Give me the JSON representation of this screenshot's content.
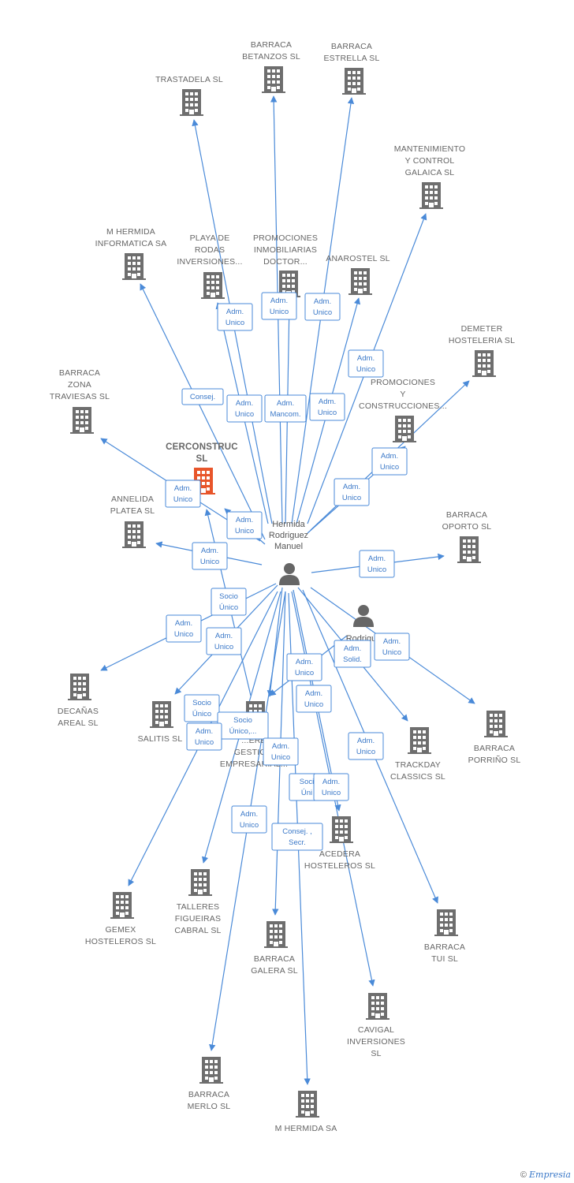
{
  "colors": {
    "edge": "#4a8ad8",
    "company": "#6e6e6e",
    "focus": "#e8552a",
    "person": "#666666"
  },
  "footer": {
    "copyright": "©",
    "brand": "Empresia"
  },
  "persons": [
    {
      "id": "p1",
      "lines": [
        "Hermida",
        "Rodriguez",
        "Manuel"
      ]
    },
    {
      "id": "p2",
      "lines": [
        "Rodrigu",
        "va"
      ]
    }
  ],
  "companies": [
    {
      "id": "trastadela",
      "lines": [
        "TRASTADELA SL"
      ]
    },
    {
      "id": "betanzos",
      "lines": [
        "BARRACA",
        "BETANZOS SL"
      ]
    },
    {
      "id": "estrella",
      "lines": [
        "BARRACA",
        "ESTRELLA SL"
      ]
    },
    {
      "id": "mantenimiento",
      "lines": [
        "MANTENIMIENTO",
        "Y CONTROL",
        "GALAICA SL"
      ]
    },
    {
      "id": "mhermida_inf",
      "lines": [
        "M HERMIDA",
        "INFORMATICA SA"
      ]
    },
    {
      "id": "playa",
      "lines": [
        "PLAYA DE",
        "RODAS",
        "INVERSIONES..."
      ]
    },
    {
      "id": "promociones_inm",
      "lines": [
        "PROMOCIONES",
        "INMOBILIARIAS",
        "DOCTOR..."
      ]
    },
    {
      "id": "anarostel",
      "lines": [
        "ANAROSTEL SL"
      ]
    },
    {
      "id": "demeter",
      "lines": [
        "DEMETER",
        "HOSTELERIA SL"
      ]
    },
    {
      "id": "zona",
      "lines": [
        "BARRACA",
        "ZONA",
        "TRAVIESAS SL"
      ]
    },
    {
      "id": "promociones_con",
      "lines": [
        "PROMOCIONES",
        "Y",
        "CONSTRUCCIONES..."
      ]
    },
    {
      "id": "cerconstruc",
      "lines": [
        "CERCONSTRUC",
        "SL"
      ]
    },
    {
      "id": "annelida",
      "lines": [
        "ANNELIDA",
        "PLATEA SL"
      ]
    },
    {
      "id": "oporto",
      "lines": [
        "BARRACA",
        "OPORTO SL"
      ]
    },
    {
      "id": "decanas",
      "lines": [
        "DECAÑAS",
        "AREAL SL"
      ]
    },
    {
      "id": "salitis",
      "lines": [
        "SALITIS SL"
      ]
    },
    {
      "id": "gestion",
      "lines": [
        "...ERE",
        "GESTIO...",
        "EMPRESARIAL..."
      ]
    },
    {
      "id": "trackday",
      "lines": [
        "TRACKDAY",
        "CLASSICS SL"
      ]
    },
    {
      "id": "porrino",
      "lines": [
        "BARRACA",
        "PORRIÑO SL"
      ]
    },
    {
      "id": "acedera",
      "lines": [
        "ACEDERA",
        "HOSTELEROS SL"
      ]
    },
    {
      "id": "gemex",
      "lines": [
        "GEMEX",
        "HOSTELEROS SL"
      ]
    },
    {
      "id": "talleres",
      "lines": [
        "TALLERES",
        "FIGUEIRAS",
        "CABRAL SL"
      ]
    },
    {
      "id": "galera",
      "lines": [
        "BARRACA",
        "GALERA SL"
      ]
    },
    {
      "id": "tui",
      "lines": [
        "BARRACA",
        "TUI SL"
      ]
    },
    {
      "id": "cavigal",
      "lines": [
        "CAVIGAL",
        "INVERSIONES",
        "SL"
      ]
    },
    {
      "id": "merlo",
      "lines": [
        "BARRACA",
        "MERLO SL"
      ]
    },
    {
      "id": "mhermida_sa",
      "lines": [
        "M HERMIDA SA"
      ]
    }
  ],
  "edges": [
    {
      "from": "p1",
      "to": "trastadela"
    },
    {
      "from": "p1",
      "to": "betanzos"
    },
    {
      "from": "p1",
      "to": "estrella"
    },
    {
      "from": "p1",
      "to": "mantenimiento"
    },
    {
      "from": "p1",
      "to": "mhermida_inf"
    },
    {
      "from": "p1",
      "to": "playa"
    },
    {
      "from": "p1",
      "to": "promociones_inm"
    },
    {
      "from": "p1",
      "to": "anarostel"
    },
    {
      "from": "p1",
      "to": "demeter"
    },
    {
      "from": "p1",
      "to": "zona"
    },
    {
      "from": "p1",
      "to": "promociones_con"
    },
    {
      "from": "p1",
      "to": "cerconstruc"
    },
    {
      "from": "p1",
      "to": "annelida"
    },
    {
      "from": "p1",
      "to": "oporto"
    },
    {
      "from": "p1",
      "to": "decanas"
    },
    {
      "from": "p1",
      "to": "salitis"
    },
    {
      "from": "p1",
      "to": "gestion"
    },
    {
      "from": "p1",
      "to": "trackday"
    },
    {
      "from": "p1",
      "to": "porrino"
    },
    {
      "from": "p1",
      "to": "acedera"
    },
    {
      "from": "p1",
      "to": "gemex"
    },
    {
      "from": "p1",
      "to": "talleres"
    },
    {
      "from": "p1",
      "to": "galera"
    },
    {
      "from": "p1",
      "to": "tui"
    },
    {
      "from": "p1",
      "to": "cavigal"
    },
    {
      "from": "p1",
      "to": "merlo"
    },
    {
      "from": "p1",
      "to": "mhermida_sa"
    },
    {
      "from": "gestion",
      "to": "cerconstruc"
    },
    {
      "from": "p2",
      "to": "gestion"
    }
  ],
  "edge_labels": [
    {
      "id": "l1",
      "lines": [
        "Adm.",
        "Unico"
      ]
    },
    {
      "id": "l2",
      "lines": [
        "Adm.",
        "Unico"
      ]
    },
    {
      "id": "l3",
      "lines": [
        "Adm.",
        "Unico"
      ]
    },
    {
      "id": "l4",
      "lines": [
        "Adm.",
        "Unico"
      ]
    },
    {
      "id": "l5",
      "lines": [
        "Consej."
      ]
    },
    {
      "id": "l6",
      "lines": [
        "Adm.",
        "Unico"
      ]
    },
    {
      "id": "l7",
      "lines": [
        "Adm.",
        "Mancom."
      ]
    },
    {
      "id": "l8",
      "lines": [
        "Adm.",
        "Unico"
      ]
    },
    {
      "id": "l9",
      "lines": [
        "Adm.",
        "Unico"
      ]
    },
    {
      "id": "l10",
      "lines": [
        "Adm.",
        "Unico"
      ]
    },
    {
      "id": "l11",
      "lines": [
        "Adm.",
        "Unico"
      ]
    },
    {
      "id": "l12",
      "lines": [
        "Adm.",
        "Unico"
      ]
    },
    {
      "id": "l13",
      "lines": [
        "Adm.",
        "Unico"
      ]
    },
    {
      "id": "l14",
      "lines": [
        "Adm.",
        "Unico"
      ]
    },
    {
      "id": "l15",
      "lines": [
        "Socio",
        "Único"
      ]
    },
    {
      "id": "l16",
      "lines": [
        "Adm.",
        "Unico"
      ]
    },
    {
      "id": "l17",
      "lines": [
        "Adm.",
        "Unico"
      ]
    },
    {
      "id": "l18",
      "lines": [
        "Adm.",
        "Unico"
      ]
    },
    {
      "id": "l19",
      "lines": [
        "Adm.",
        "Solid."
      ]
    },
    {
      "id": "l20",
      "lines": [
        "Adm.",
        "Unico"
      ]
    },
    {
      "id": "l21",
      "lines": [
        "Adm.",
        "Unico"
      ]
    },
    {
      "id": "l22",
      "lines": [
        "Socio",
        "Único"
      ]
    },
    {
      "id": "l23",
      "lines": [
        "Socio",
        "Único,..."
      ]
    },
    {
      "id": "l24",
      "lines": [
        "Adm.",
        "Unico"
      ]
    },
    {
      "id": "l25",
      "lines": [
        "Adm.",
        "Unico"
      ]
    },
    {
      "id": "l26",
      "lines": [
        "Adm.",
        "Unico"
      ]
    },
    {
      "id": "l27",
      "lines": [
        "Soci",
        "Úni"
      ]
    },
    {
      "id": "l28",
      "lines": [
        "Adm.",
        "Unico"
      ]
    },
    {
      "id": "l29",
      "lines": [
        "Adm.",
        "Unico"
      ]
    },
    {
      "id": "l30",
      "lines": [
        "Consej. ,",
        "Secr."
      ]
    }
  ]
}
